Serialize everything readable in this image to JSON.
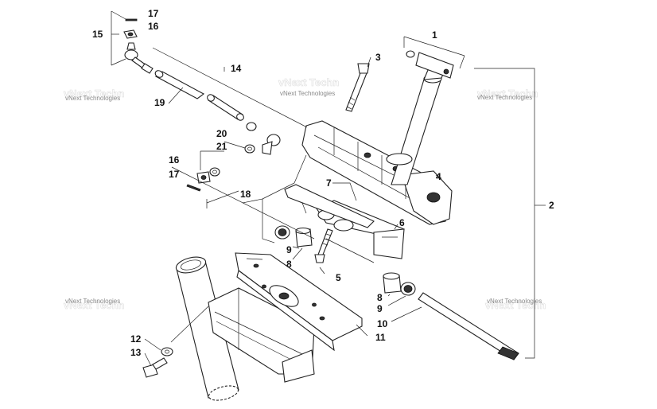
{
  "callouts": [
    {
      "id": "c1",
      "text": "1"
    },
    {
      "id": "c2",
      "text": "2"
    },
    {
      "id": "c3",
      "text": "3"
    },
    {
      "id": "c4",
      "text": "4"
    },
    {
      "id": "c5",
      "text": "5"
    },
    {
      "id": "c6",
      "text": "6"
    },
    {
      "id": "c7",
      "text": "7"
    },
    {
      "id": "c8a",
      "text": "8"
    },
    {
      "id": "c8b",
      "text": "8"
    },
    {
      "id": "c9a",
      "text": "9"
    },
    {
      "id": "c9b",
      "text": "9"
    },
    {
      "id": "c10",
      "text": "10"
    },
    {
      "id": "c11",
      "text": "11"
    },
    {
      "id": "c12",
      "text": "12"
    },
    {
      "id": "c13",
      "text": "13"
    },
    {
      "id": "c14",
      "text": "14"
    },
    {
      "id": "c15",
      "text": "15"
    },
    {
      "id": "c16a",
      "text": "16"
    },
    {
      "id": "c16b",
      "text": "16"
    },
    {
      "id": "c17a",
      "text": "17"
    },
    {
      "id": "c17b",
      "text": "17"
    },
    {
      "id": "c18",
      "text": "18"
    },
    {
      "id": "c19",
      "text": "19"
    },
    {
      "id": "c20",
      "text": "20"
    },
    {
      "id": "c21",
      "text": "21"
    }
  ],
  "watermark": "vNext Technologies"
}
